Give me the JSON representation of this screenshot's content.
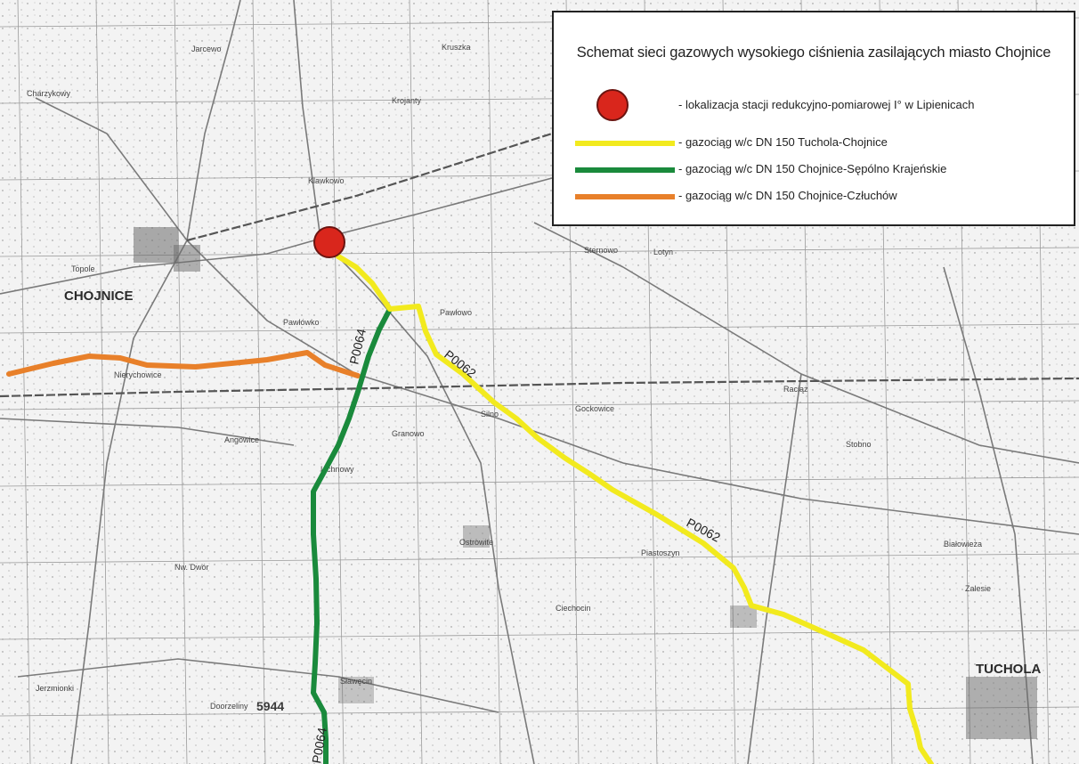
{
  "legend": {
    "title": "Schemat sieci gazowych wysokiego ciśnienia zasilających miasto Chojnice",
    "items": [
      {
        "symbol": "red-dot",
        "color": "#d9261c",
        "label": "- lokalizacja stacji redukcyjno-pomiarowej I° w Lipienicach"
      },
      {
        "symbol": "line",
        "color": "#f2ea1e",
        "label": "- gazociąg w/c DN 150 Tuchola-Chojnice"
      },
      {
        "symbol": "line",
        "color": "#1a8a3c",
        "label": "- gazociąg w/c DN 150 Chojnice-Sępólno Krajeńskie"
      },
      {
        "symbol": "line",
        "color": "#e8802a",
        "label": "- gazociąg w/c DN 150 Chojnice-Człuchów"
      }
    ]
  },
  "route_labels": {
    "p0064_top": "P0064",
    "p0064_bottom": "P0064",
    "p0062_a": "P0062",
    "p0062_b": "P0062",
    "sheet": "5944"
  },
  "towns": {
    "chojnice": "CHOJNICE",
    "tuchola": "TUCHOLA",
    "topole": "Topole",
    "pawlowko": "Pawłówko",
    "nieszychowo": "Nierychowice",
    "angowice": "Angowice",
    "lichnowy": "Lichnowy",
    "ostrowite": "Ostrowite",
    "slawecin": "Sławęcin",
    "doorzeliny": "Doorzeliny",
    "jerzmionki": "Jerzmionki",
    "silno": "Silno",
    "raciaz": "Raciąż",
    "stobno": "Stobno",
    "klawkowo": "Klawkowo",
    "krojanty": "Krojanty",
    "charzykowy": "Charzykowy",
    "cieciech": "Ciechocin",
    "piastoszyn": "Piastoszyn",
    "nw_dwor": "Nw. Dwór",
    "lotyn": "Lotyn",
    "gockowice": "Gockowice",
    "granowo": "Granowo",
    "jarcewo": "Jarcewo",
    "pawlowo": "Pawłowo",
    "kruszka": "Kruszka",
    "sternowo": "Sternowo",
    "bialowieza": "Białowieża",
    "zalesie": "Zalesie"
  },
  "colors": {
    "map_background": "#f3f3f3",
    "grid": "#9a9a9a",
    "road": "#7a7a7a",
    "yellow_pipe": "#f2ea1e",
    "green_pipe": "#1a8a3c",
    "orange_pipe": "#e8802a",
    "station": "#d9261c"
  }
}
